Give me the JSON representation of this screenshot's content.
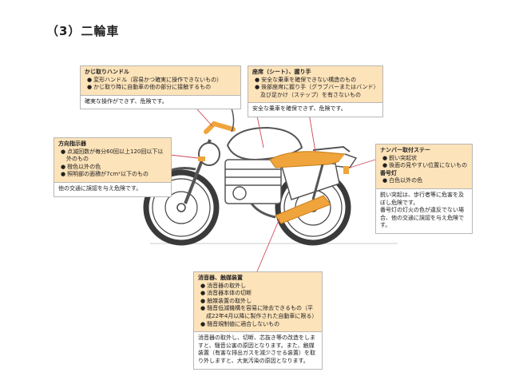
{
  "page_title": "（3）二輪車",
  "colors": {
    "callout_fill": "#fde3b9",
    "highlight": "#f0a43c",
    "leader_line": "#d04a5a"
  },
  "callouts": {
    "handlebar": {
      "title": "かじ取りハンドル",
      "items": [
        "変形ハンドル（容易かつ確実に操作できないもの）",
        "かじ取り時に自動車の他の部分に接触するもの"
      ],
      "note": "確実な操作ができず、危険です。"
    },
    "seat": {
      "title": "座席（シート）、握り手",
      "items": [
        "安全な乗車を確保できない構造のもの",
        "後部座席に握り手（グラブバーまたはバンド）及び足かけ（ステップ）を有さないもの"
      ],
      "note": "安全な乗車を確保できず、危険です。"
    },
    "turn_signal": {
      "title": "方向指示器",
      "items": [
        "点滅回数が毎分60回以上120回以下以外のもの",
        "橙色以外の色",
        "照明部の面積が7cm²以下のもの"
      ],
      "note": "他の交通に誤認を与え危険です。"
    },
    "plate": {
      "title": "ナンバー取付ステー",
      "items": [
        "鋭い突起状",
        "後面の見やすい位置にないもの"
      ],
      "title2": "番号灯",
      "items2": [
        "白色以外の色"
      ],
      "note_lines": [
        "鋭い突起は、歩行者等に危害を及ぼし危険です。",
        "番号灯の灯火の色が違反でない場合、他の交通に誤認を与え危険です。"
      ]
    },
    "muffler": {
      "title": "消音器、触媒装置",
      "items": [
        "消音器の取外し",
        "消音器本体の切断",
        "触媒装置の取外し",
        "騒音低減機構を容易に除去できるもの（平成22年4月以降に製作された自動車に限る）",
        "騒音規制値に適合しないもの"
      ],
      "note": "消音器の取外し、切断、芯抜き等の改造をしますと、騒音公害の原因となります。また、触媒装置（有害な排出ガスを減少させる装置）を取り外しますと、大気汚染の原因となります。"
    }
  }
}
